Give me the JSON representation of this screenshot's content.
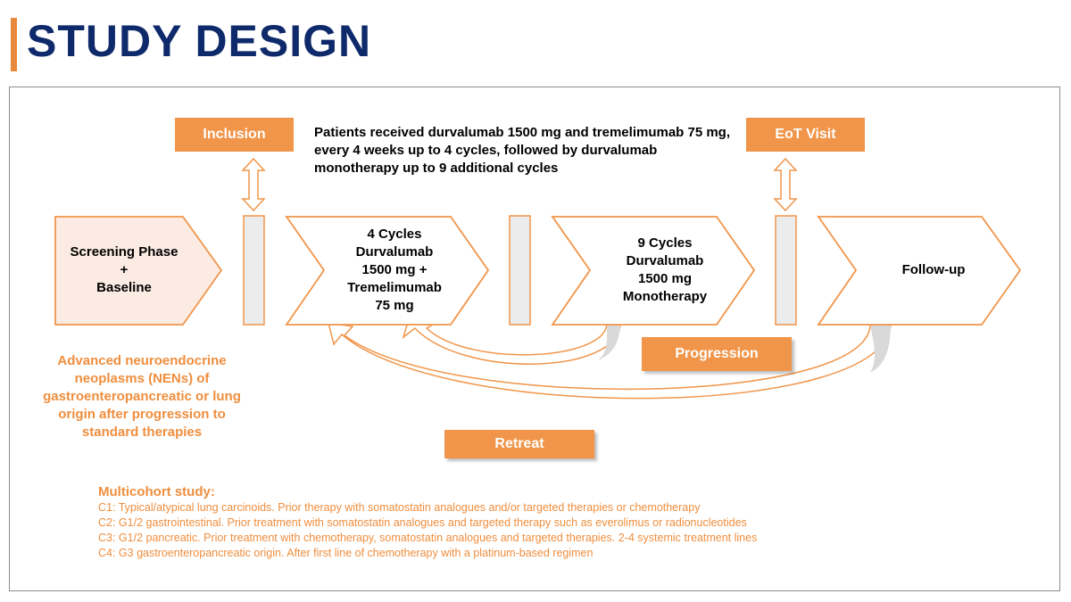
{
  "header": {
    "title": "STUDY DESIGN"
  },
  "labels": {
    "inclusion": "Inclusion",
    "eot_visit": "EoT Visit",
    "progression": "Progression",
    "retreat": "Retreat"
  },
  "treatment_note": "Patients received durvalumab 1500 mg and tremelimumab 75 mg, every 4 weeks up to 4 cycles, followed by durvalumab monotherapy up to 9 additional cycles",
  "phases": [
    {
      "lines": [
        "Screening Phase",
        "+",
        "Baseline"
      ]
    },
    {
      "lines": [
        "4 Cycles",
        "Durvalumab",
        "1500 mg +",
        "Tremelimumab",
        "75 mg"
      ]
    },
    {
      "lines": [
        "9 Cycles",
        "Durvalumab",
        "1500 mg",
        "Monotherapy"
      ]
    },
    {
      "lines": [
        "Follow-up"
      ]
    }
  ],
  "population": "Advanced neuroendocrine neoplasms (NENs) of gastroenteropancreatic or lung origin after progression to standard therapies",
  "cohorts": {
    "heading": "Multicohort study:",
    "items": [
      "C1: Typical/atypical lung carcinoids. Prior therapy with somatostatin analogues and/or targeted therapies or chemotherapy",
      "C2: G1/2 gastrointestinal. Prior treatment with somatostatin analogues and targeted therapy such as everolimus or radionucleotides",
      "C3: G1/2 pancreatic. Prior treatment with chemotherapy, somatostatin analogues and targeted therapies. 2-4 systemic treatment lines",
      "C4: G3 gastroenteropancreatic origin. After first line of chemotherapy with a platinum-based regimen"
    ]
  },
  "colors": {
    "accent": "#f0954a",
    "title": "#0f2a6b",
    "screening_fill": "#fbebe2",
    "divider_fill": "#ececec"
  }
}
